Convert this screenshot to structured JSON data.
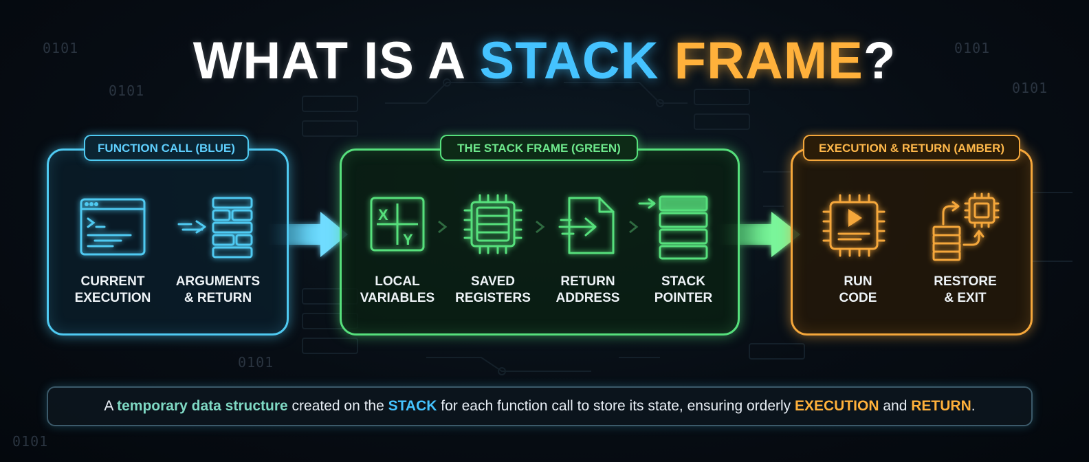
{
  "title": {
    "part1": "WHAT IS A ",
    "part2": "STACK",
    "part3": " FRAME",
    "part4": "?"
  },
  "background_binary": [
    "0101",
    "0101",
    "0101",
    "0101",
    "0101",
    "0101"
  ],
  "colors": {
    "blue": "#4fcaf2",
    "green": "#56e07c",
    "amber": "#f5a73b",
    "teal": "#7fd9c4"
  },
  "panels": {
    "function_call": {
      "tag": "FUNCTION CALL (BLUE)",
      "items": [
        {
          "label": "CURRENT\nEXECUTION",
          "icon": "code-window-icon"
        },
        {
          "label": "ARGUMENTS\n& RETURN",
          "icon": "arguments-blocks-icon"
        }
      ]
    },
    "stack_frame": {
      "tag": "THE STACK FRAME (GREEN)",
      "items": [
        {
          "label": "LOCAL\nVARIABLES",
          "icon": "xy-grid-icon",
          "glyph_x": "X",
          "glyph_y": "Y"
        },
        {
          "label": "SAVED\nREGISTERS",
          "icon": "chip-registers-icon"
        },
        {
          "label": "RETURN\nADDRESS",
          "icon": "document-arrow-icon"
        },
        {
          "label": "STACK\nPOINTER",
          "icon": "stack-pointer-icon"
        }
      ]
    },
    "execution_return": {
      "tag": "EXECUTION & RETURN (AMBER)",
      "items": [
        {
          "label": "RUN\nCODE",
          "icon": "run-chip-icon"
        },
        {
          "label": "RESTORE\n& EXIT",
          "icon": "restore-exit-icon"
        }
      ]
    }
  },
  "caption": {
    "s1": "A ",
    "h1": "temporary data structure",
    "s2": " created on the ",
    "h2": "STACK",
    "s3": " for each function call to store its state, ensuring orderly ",
    "h3": "EXECUTION",
    "s4": " and ",
    "h4": "RETURN",
    "s5": "."
  }
}
